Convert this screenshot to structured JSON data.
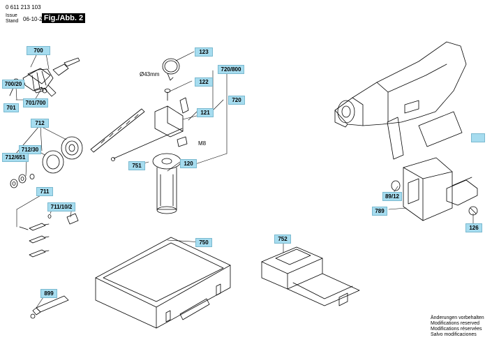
{
  "header": {
    "part_number": "0 611 213 103",
    "issue_label_line1": "Issue",
    "issue_label_line2": "Stand",
    "issue_date": "06-10-25",
    "figure_label": "Fig./Abb. 2"
  },
  "callouts": {
    "c700": "700",
    "c700_20": "700/20",
    "c701": "701",
    "c701_700": "701/700",
    "c712": "712",
    "c712_30": "712/30",
    "c712_651": "712/651",
    "c711": "711",
    "c711_10_2": "711/10/2",
    "c899": "899",
    "c123": "123",
    "c122": "122",
    "c121": "121",
    "c720_800": "720/800",
    "c720": "720",
    "c751": "751",
    "c120": "120",
    "c750": "750",
    "c752": "752",
    "c89_12": "89/12",
    "c789": "789",
    "c126": "126"
  },
  "labels": {
    "clamp_diameter": "Ø43mm",
    "bolt_size": "M8"
  },
  "footer": {
    "line1": "Änderungen vorbehalten",
    "line2": "Modifications reserved",
    "line3": "Modifications réservées",
    "line4": "Salvo modificaciones"
  },
  "colors": {
    "callout_fill": "#a6dcef",
    "line": "#000000"
  }
}
